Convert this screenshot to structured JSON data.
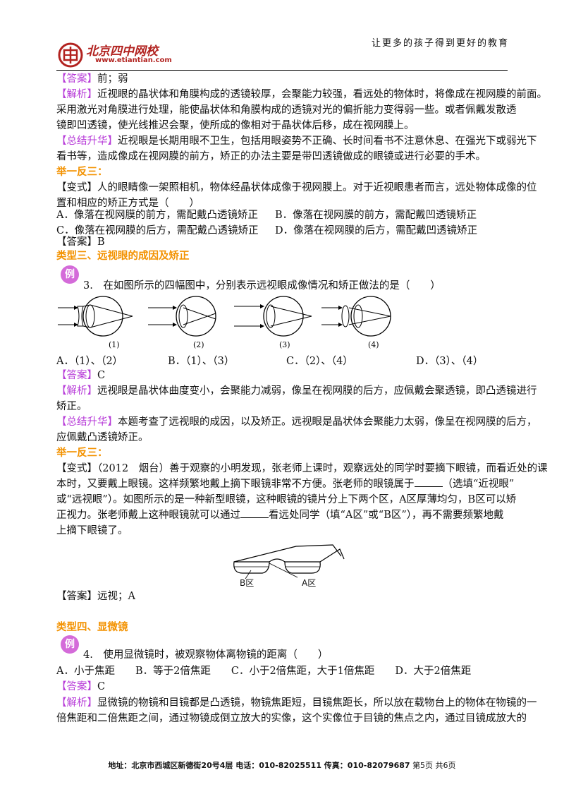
{
  "header": {
    "slogan": "让更多的孩子得到更好的教育",
    "logo_text": "北京四中网校",
    "logo_url": "www.etiantian.com"
  },
  "section2_tail": {
    "answer_tag": "【答案】",
    "answer": "前；弱",
    "analysis_tag": "【解析】",
    "analysis_1": "近视眼的晶状体和角膜构成的透镜较厚，会聚能力较强，看远处的物体时，将像成在视网膜的前面。",
    "analysis_2": "采用激光对角膜进行处理，能使晶状体和角膜构成的透镜对光的偏折能力变得弱一些。或者佩戴发散透",
    "analysis_3": "镜即凹透镜，使光线推迟会聚，使所成的像相对于晶状体后移，成在视网膜上。",
    "summary_tag": "【总结升华】",
    "summary_1": "近视眼是长期用眼不卫生，包括用眼姿势不正确、长时间看书不注意休息、在强光下或弱光下",
    "summary_2": "看书等，造成像成在视网膜的前方，矫正的办法主要是带凹透镜做成的眼镜或进行必要的手术。",
    "extend_title": "举一反三：",
    "variant_1": "【变式】人的眼睛像一架照相机，物体经晶状体成像于视网膜上。对于近视眼患者而言，远处物体成像的位",
    "variant_2": "置和相应的矫正方式是（　　）",
    "opt_a": "A．像落在视网膜的前方，需配戴凸透镜矫正",
    "opt_b": "B．像落在视网膜的前方，需配戴凹透镜矫正",
    "opt_c": "C．像落在视网膜的后方，需配戴凸透镜矫正",
    "opt_d": "D．像落在视网膜的后方，需配戴凹透镜矫正",
    "variant_answer": "【答案】B"
  },
  "section3": {
    "title": "类型三、远视眼的成因及矫正",
    "badge": "例",
    "question": "3.　在如图所示的四幅图中，分别表示远视眼成像情况和矫正做法的是（　　）",
    "figure_labels": [
      "(1)",
      "(2)",
      "(3)",
      "(4)"
    ],
    "opt_a": "A．（1）、（2）",
    "opt_b": "B．（1）、（3）",
    "opt_c": "C．（2）、（4）",
    "opt_d": "D．（3）、（4）",
    "answer_tag": "【答案】",
    "answer": "C",
    "analysis_tag": "【解析】",
    "analysis_1": "远视眼是晶状体曲度变小，会聚能力减弱，像呈在视网膜的后方，应佩戴会聚透镜，即凸透镜进行",
    "analysis_2": "矫正。",
    "summary_tag": "【总结升华】",
    "summary_1": "本题考查了远视眼的成因，以及矫正。远视眼是晶状体会聚能力太弱，像呈在视网膜的后方，",
    "summary_2": "应佩戴凸透镜矫正。",
    "extend_title": "举一反三：",
    "variant_1": "【变式】（2012　烟台）善于观察的小明发现，张老师上课时，观察远处的同学时要摘下眼镜，而看近处的课",
    "variant_2": "本时，又要戴上眼镜。这样频繁地戴上摘下眼镜非常不方便。张老师的眼镜属于",
    "variant_2b": "（选填“近视眼”",
    "variant_3": "或“远视眼”）。如图所示的是一种新型眼镜，这种眼镜的镜片分上下两个区，A区厚薄均匀，B区可以矫",
    "variant_4": "正视力。张老师戴上这种眼镜就可以通过",
    "variant_4b": "看远处同学（填“A区”或“B区”），再不需要频繁地戴",
    "variant_5": "上摘下眼镜了。",
    "glasses_label_b": "B区",
    "glasses_label_a": "A区",
    "variant_answer": "【答案】远视；A"
  },
  "section4": {
    "title": "类型四、显微镜",
    "badge": "例",
    "question": "4.　使用显微镜时，被观察物体离物镜的距离（　　）",
    "options": "A．小于焦距　　B．等于2倍焦距　　C．小于2倍焦距，大于1倍焦距　　D．大于2倍焦距",
    "answer_tag": "【答案】",
    "answer": "C",
    "analysis_tag": "【解析】",
    "analysis_1": "显微镜的物镜和目镜都是凸透镜，物镜焦距短，目镜焦距长，所以放在载物台上的物体在物镜的一",
    "analysis_2": "倍焦距和二倍焦距之间，通过物镜成倒立放大的实像，这个实像位于目镜的焦点之内，通过目镜成放大的"
  },
  "footer": {
    "address": "地址：北京市西城区新德街20号4层  电话：010-82025511  传真：010-82079687",
    "page": "第5页  共6页"
  }
}
